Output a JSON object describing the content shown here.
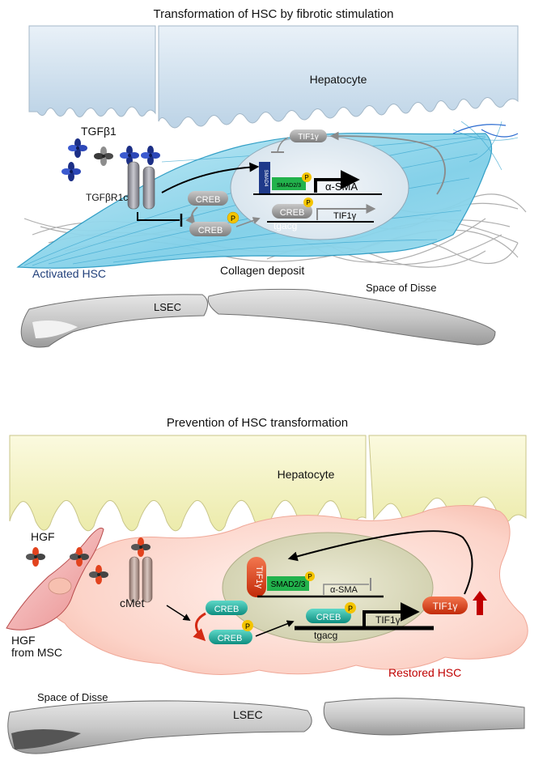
{
  "top_panel": {
    "title": "Transformation of HSC by fibrotic stimulation",
    "hepatocyte": "Hepatocyte",
    "ligand": "TGFβ1",
    "receptor": "TGFβR1c",
    "creb_cyto": "CREB",
    "creb_phospho": "CREB",
    "phospho": "P",
    "smad4": "SMAD4",
    "smad23": "SMAD2/3",
    "target_gene": "α-SMA",
    "creb_nuclear": "CREB",
    "motif": "tgacg",
    "tif_gene": "TIF1γ",
    "tif_protein": "TIF1γ",
    "cell_label": "Activated HSC",
    "collagen": "Collagen deposit",
    "lsec": "LSEC",
    "space_disse": "Space of Disse"
  },
  "bottom_panel": {
    "title": "Prevention of HSC transformation",
    "hepatocyte": "Hepatocyte",
    "hgf": "HGF",
    "msc": "HGF\nfrom MSC",
    "receptor": "cMet",
    "creb_cyto": "CREB",
    "creb_phospho": "CREB",
    "phospho": "P",
    "tif_bound": "TIF1γ",
    "smad23": "SMAD2/3",
    "target_gene": "α-SMA",
    "creb_nuclear": "CREB",
    "motif": "tgacg",
    "tif_gene": "TIF1γ",
    "tif_protein": "TIF1γ",
    "cell_label": "Restored HSC",
    "space_disse": "Space of Disse",
    "lsec": "LSEC"
  },
  "colors": {
    "hepatocyte_top": "#cfe0ee",
    "hsc_activated": "#7ed0ea",
    "nucleus_top": "#e6eef3",
    "hepatocyte_bottom": "#f4f2c4",
    "hsc_restored": "#fad2c8",
    "nucleus_bottom": "#dcdcbd",
    "smad_green": "#22b24c",
    "creb_teal": "#19b2a4",
    "tif_red": "#e0401a",
    "phospho_yellow": "#f4c400",
    "restored_label": "#c00000",
    "activated_label": "#203f7a"
  }
}
